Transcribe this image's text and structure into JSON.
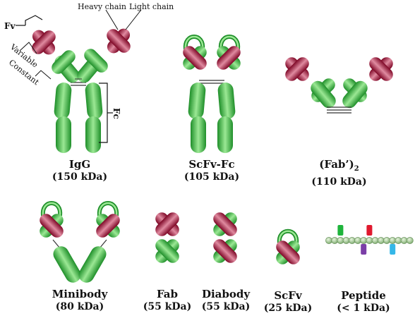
{
  "colors": {
    "green_dark": "#1f8f2a",
    "green_light": "#8fe08a",
    "red_dark": "#8e0a2c",
    "red_light": "#d57a92",
    "peptide_bead": "#9fcd8a",
    "peptide_green": "#1fb43c",
    "peptide_red": "#e0192e",
    "peptide_purple": "#7b3fa7",
    "peptide_cyan": "#35b7e8"
  },
  "annotations": {
    "fv": "Fv",
    "heavy_chain": "Heavy chain",
    "light_chain": "Light chain",
    "variable": "Variable",
    "constant": "Constant",
    "fc": "Fc"
  },
  "formats": [
    {
      "id": "igg",
      "name": "IgG",
      "weight": "(150 kDa)"
    },
    {
      "id": "scfv-fc",
      "name": "ScFv-Fc",
      "weight": "(105 kDa)"
    },
    {
      "id": "fab2",
      "name": "(Fab’)",
      "subscript": "2",
      "weight": "(110 kDa)"
    },
    {
      "id": "minibody",
      "name": "Minibody",
      "weight": "(80 kDa)"
    },
    {
      "id": "fab",
      "name": "Fab",
      "weight": "(55 kDa)"
    },
    {
      "id": "diabody",
      "name": "Diabody",
      "weight": "(55 kDa)"
    },
    {
      "id": "scfv",
      "name": "ScFv",
      "weight": "(25 kDa)"
    },
    {
      "id": "peptide",
      "name": "Peptide",
      "weight": "(< 1 kDa)"
    }
  ]
}
